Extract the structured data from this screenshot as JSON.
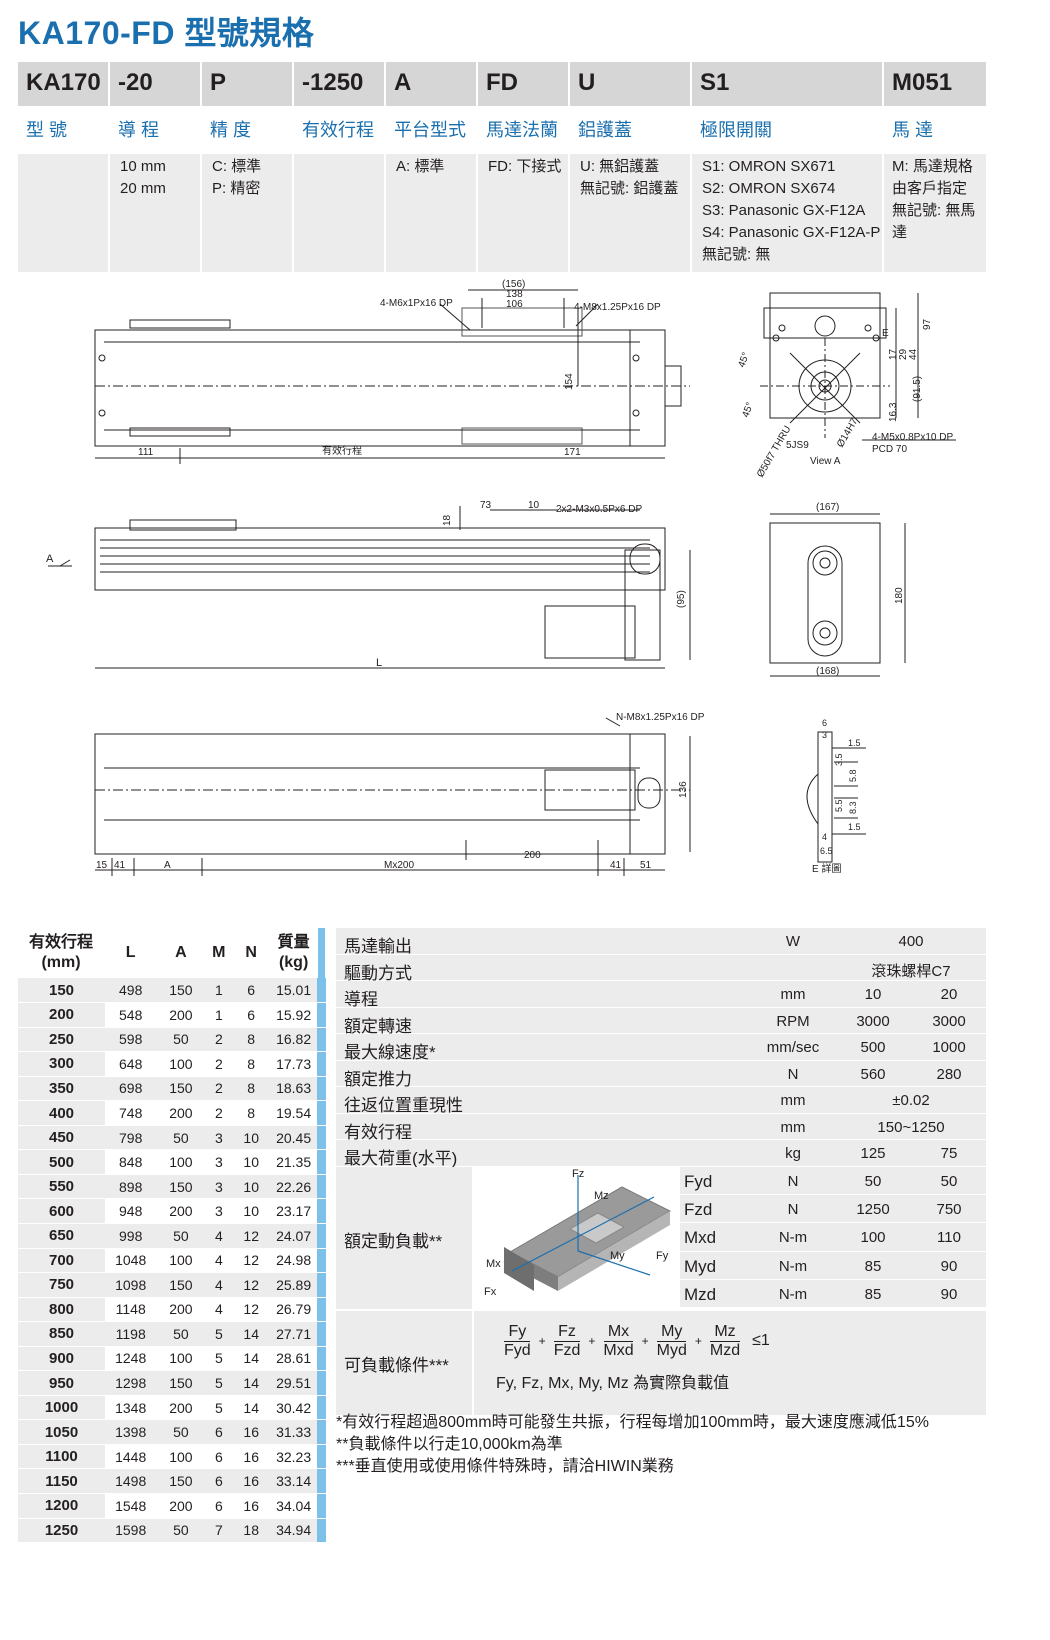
{
  "title": "KA170-FD 型號規格",
  "model_code": {
    "columns": [
      {
        "code": "KA170",
        "label": "型 號",
        "values": []
      },
      {
        "code": "-20",
        "label": "導 程",
        "values": [
          "10 mm",
          "20 mm"
        ]
      },
      {
        "code": "P",
        "label": "精 度",
        "values": [
          "C: 標準",
          "P: 精密"
        ]
      },
      {
        "code": "-1250",
        "label": "有效行程",
        "values": []
      },
      {
        "code": "A",
        "label": "平台型式",
        "values": [
          "A: 標準"
        ]
      },
      {
        "code": "FD",
        "label": "馬達法蘭",
        "values": [
          "FD: 下接式"
        ]
      },
      {
        "code": "U",
        "label": "鋁護蓋",
        "values": [
          "U: 無鋁護蓋",
          "無記號: 鋁護蓋"
        ]
      },
      {
        "code": "S1",
        "label": "極限開關",
        "values": [
          "S1: OMRON SX671",
          "S2: OMRON SX674",
          "S3: Panasonic GX-F12A",
          "S4: Panasonic GX-F12A-P",
          "無記號: 無"
        ]
      },
      {
        "code": "M051",
        "label": "馬 達",
        "values": [
          "M: 馬達規格",
          "由客戶指定",
          "無記號: 無馬",
          "達"
        ]
      }
    ]
  },
  "drawing": {
    "top_view": {
      "holes_left": "4-M6x1Px16 DP",
      "holes_right": "4-M8x1.25Px16 DP",
      "dim_156": "(156)",
      "dim_138": "138",
      "dim_106": "106",
      "dim_154": "154",
      "dim_111": "111",
      "dim_stroke": "有效行程",
      "dim_171": "171"
    },
    "end_view": {
      "angle1": "45°",
      "angle2": "45°",
      "bore": "Ø50f7 THRU",
      "key": "5JS9",
      "shaft": "Ø14H7",
      "holes": "4-M5x0.8Px10 DP",
      "pcd": "PCD 70",
      "view": "View A",
      "dims": [
        "E",
        "17",
        "29",
        "44",
        "97",
        "(91.5)",
        "16.3"
      ]
    },
    "side_view": {
      "dim_18": "18",
      "dim_73": "73",
      "dim_10": "10",
      "holes": "2x2-M3x0.5Px6 DP",
      "dim_95": "(95)",
      "label_A": "A",
      "label_L": "L"
    },
    "rear_view": {
      "dim_167": "(167)",
      "dim_168": "(168)",
      "dim_180": "180"
    },
    "bottom_view": {
      "holes": "N-M8x1.25Px16 DP",
      "dim_136": "136",
      "dim_15": "15",
      "dim_41a": "41",
      "dim_A": "A",
      "dim_M": "Mx200",
      "dim_200": "200",
      "dim_41b": "41",
      "dim_51": "51"
    },
    "detail_e": {
      "title": "E 詳圖",
      "dims": [
        "6",
        "3",
        "1.5",
        "3.5",
        "5.8",
        "5.5",
        "8.3",
        "1.5",
        "4",
        "6.5"
      ]
    }
  },
  "stroke_table": {
    "headers": [
      "有效行程\n(mm)",
      "L",
      "A",
      "M",
      "N",
      "質量\n(kg)"
    ],
    "header_stroke_1": "有效行程",
    "header_stroke_2": "(mm)",
    "header_mass_1": "質量",
    "header_mass_2": "(kg)",
    "rows": [
      [
        "150",
        "498",
        "150",
        "1",
        "6",
        "15.01"
      ],
      [
        "200",
        "548",
        "200",
        "1",
        "6",
        "15.92"
      ],
      [
        "250",
        "598",
        "50",
        "2",
        "8",
        "16.82"
      ],
      [
        "300",
        "648",
        "100",
        "2",
        "8",
        "17.73"
      ],
      [
        "350",
        "698",
        "150",
        "2",
        "8",
        "18.63"
      ],
      [
        "400",
        "748",
        "200",
        "2",
        "8",
        "19.54"
      ],
      [
        "450",
        "798",
        "50",
        "3",
        "10",
        "20.45"
      ],
      [
        "500",
        "848",
        "100",
        "3",
        "10",
        "21.35"
      ],
      [
        "550",
        "898",
        "150",
        "3",
        "10",
        "22.26"
      ],
      [
        "600",
        "948",
        "200",
        "3",
        "10",
        "23.17"
      ],
      [
        "650",
        "998",
        "50",
        "4",
        "12",
        "24.07"
      ],
      [
        "700",
        "1048",
        "100",
        "4",
        "12",
        "24.98"
      ],
      [
        "750",
        "1098",
        "150",
        "4",
        "12",
        "25.89"
      ],
      [
        "800",
        "1148",
        "200",
        "4",
        "12",
        "26.79"
      ],
      [
        "850",
        "1198",
        "50",
        "5",
        "14",
        "27.71"
      ],
      [
        "900",
        "1248",
        "100",
        "5",
        "14",
        "28.61"
      ],
      [
        "950",
        "1298",
        "150",
        "5",
        "14",
        "29.51"
      ],
      [
        "1000",
        "1348",
        "200",
        "5",
        "14",
        "30.42"
      ],
      [
        "1050",
        "1398",
        "50",
        "6",
        "16",
        "31.33"
      ],
      [
        "1100",
        "1448",
        "100",
        "6",
        "16",
        "32.23"
      ],
      [
        "1150",
        "1498",
        "150",
        "6",
        "16",
        "33.14"
      ],
      [
        "1200",
        "1548",
        "200",
        "6",
        "16",
        "34.04"
      ],
      [
        "1250",
        "1598",
        "50",
        "7",
        "18",
        "34.94"
      ]
    ]
  },
  "performance": {
    "rows": [
      {
        "name": "馬達輸出",
        "unit": "W",
        "single": "400"
      },
      {
        "name": "驅動方式",
        "unit": "",
        "single": "滾珠螺桿C7"
      },
      {
        "name": "導程",
        "unit": "mm",
        "v1": "10",
        "v2": "20"
      },
      {
        "name": "額定轉速",
        "unit": "RPM",
        "v1": "3000",
        "v2": "3000"
      },
      {
        "name": "最大線速度*",
        "unit": "mm/sec",
        "v1": "500",
        "v2": "1000"
      },
      {
        "name": "額定推力",
        "unit": "N",
        "v1": "560",
        "v2": "280"
      },
      {
        "name": "往返位置重現性",
        "unit": "mm",
        "single": "±0.02"
      },
      {
        "name": "有效行程",
        "unit": "mm",
        "single": "150~1250"
      },
      {
        "name": "最大荷重(水平)",
        "unit": "kg",
        "v1": "125",
        "v2": "75"
      }
    ],
    "dynamic_load": {
      "name": "額定動負載**",
      "rows": [
        {
          "axis": "Fyd",
          "unit": "N",
          "v1": "50",
          "v2": "50"
        },
        {
          "axis": "Fzd",
          "unit": "N",
          "v1": "1250",
          "v2": "750"
        },
        {
          "axis": "Mxd",
          "unit": "N-m",
          "v1": "100",
          "v2": "110"
        },
        {
          "axis": "Myd",
          "unit": "N-m",
          "v1": "85",
          "v2": "90"
        },
        {
          "axis": "Mzd",
          "unit": "N-m",
          "v1": "85",
          "v2": "90"
        }
      ],
      "image_labels": [
        "Fz",
        "Mz",
        "Mx",
        "My",
        "Fy",
        "Fx"
      ]
    },
    "load_condition": {
      "name": "可負載條件***",
      "terms": [
        {
          "num": "Fy",
          "den": "Fyd"
        },
        {
          "num": "Fz",
          "den": "Fzd"
        },
        {
          "num": "Mx",
          "den": "Mxd"
        },
        {
          "num": "My",
          "den": "Myd"
        },
        {
          "num": "Mz",
          "den": "Mzd"
        }
      ],
      "plus": "+",
      "rhs": "≤1",
      "note": "Fy, Fz, Mx, My, Mz 為實際負載值"
    }
  },
  "notes": [
    "*有效行程超過800mm時可能發生共振，行程每增加100mm時，最大速度應減低15%",
    "**負載條件以行走10,000km為準",
    "***垂直使用或使用條件特殊時，請洽HIWIN業務"
  ],
  "colors": {
    "title": "#1a6fae",
    "header_bg": "#d6d6d6",
    "row_bg": "#ececec",
    "accent": "#7bc1ea"
  }
}
